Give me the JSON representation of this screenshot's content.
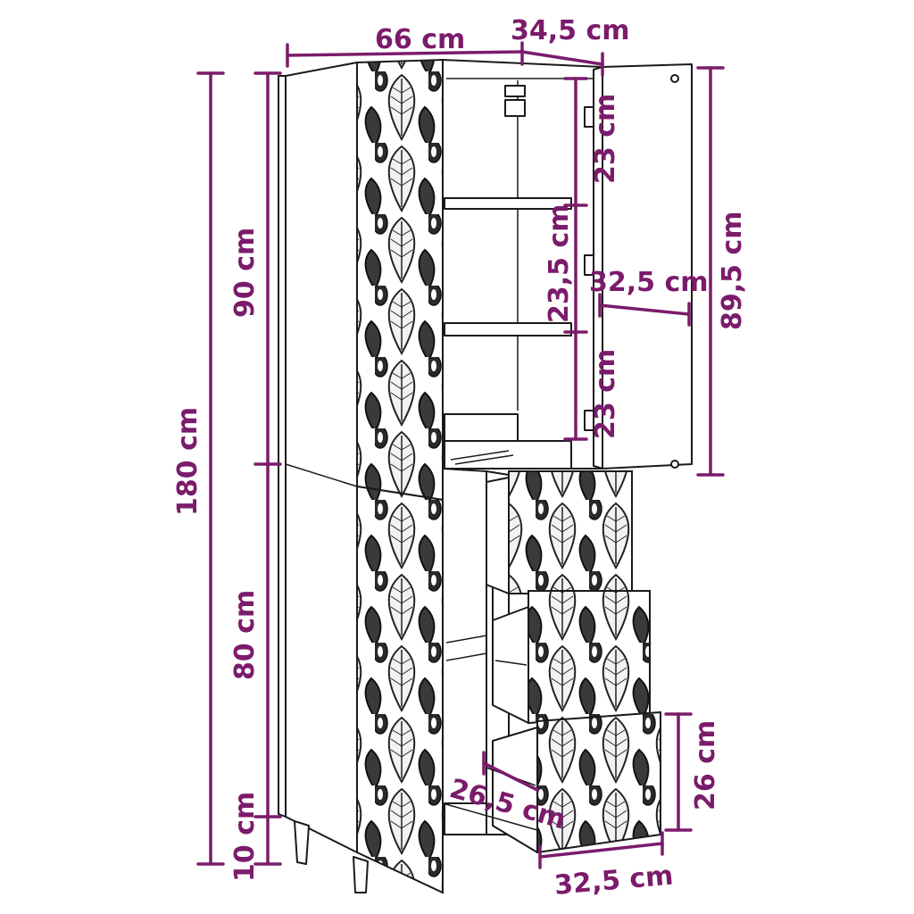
{
  "colors": {
    "dimension": "#7b1b6b",
    "outline": "#1a1a1a",
    "background": "#ffffff",
    "pattern_dark": "#2a2a2a"
  },
  "dimensions": {
    "overall_width": "66 cm",
    "depth": "34,5 cm",
    "total_height": "180 cm",
    "upper_height": "90 cm",
    "lower_height": "80 cm",
    "leg_height": "10 cm",
    "shelf_1": "23 cm",
    "shelf_2": "23,5 cm",
    "shelf_3": "23 cm",
    "door_height": "89,5 cm",
    "door_width": "32,5 cm",
    "drawer_depth": "26,5 cm",
    "drawer_height": "26 cm",
    "drawer_width": "32,5 cm"
  },
  "icons": {
    "pattern": "leaf-pattern",
    "hinge": "hinge-icon",
    "leg": "leg-icon"
  }
}
